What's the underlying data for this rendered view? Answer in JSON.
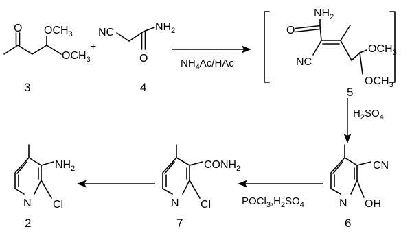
{
  "compounds": {
    "c3": {
      "number": "3",
      "o": "O",
      "och3_a": "OCH3",
      "och3_b": "OCH3"
    },
    "c4": {
      "number": "4",
      "nc": "NC",
      "nh2": "NH2",
      "o": "O"
    },
    "c5": {
      "number": "5",
      "nh2": "NH2",
      "o": "O",
      "nc": "NC",
      "och3_a": "OCH3",
      "och3_b": "OCH3"
    },
    "c6": {
      "number": "6",
      "cn": "CN",
      "n": "N",
      "oh": "OH"
    },
    "c7": {
      "number": "7",
      "conh2": "CONH2",
      "n": "N",
      "cl": "Cl"
    },
    "c2": {
      "number": "2",
      "nh2": "NH2",
      "n": "N",
      "cl": "Cl"
    }
  },
  "plus_sign": "+",
  "conditions": {
    "step1": "NH4Ac/HAc",
    "step2": "H2SO4",
    "step3": "POCl3,H2SO4"
  }
}
